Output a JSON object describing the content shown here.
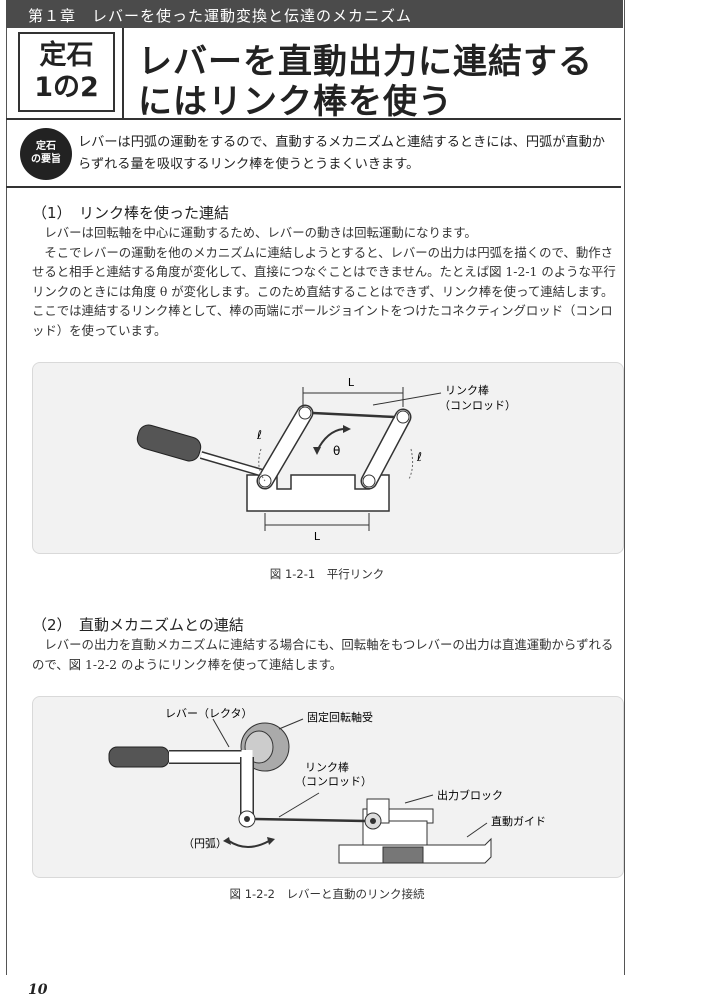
{
  "chapter": {
    "label": "第１章　レバーを使った運動変換と伝達のメカニズム"
  },
  "badge": {
    "line1": "定石",
    "line2": "1の2"
  },
  "title": {
    "line1": "レバーを直動出力に連結する",
    "line2": "にはリンク棒を使う"
  },
  "summary": {
    "badge_line1": "定石",
    "badge_line2": "の要旨",
    "text": "レバーは円弧の運動をするので、直動するメカニズムと連結するときには、円弧が直動からずれる量を吸収するリンク棒を使うとうまくいきます。"
  },
  "section1": {
    "heading": "（1）　リンク棒を使った連結",
    "paragraphs": [
      "レバーは回転軸を中心に運動するため、レバーの動きは回転運動になります。",
      "そこでレバーの運動を他のメカニズムに連結しようとすると、レバーの出力は円弧を描くので、動作させると相手と連結する角度が変化して、直接につなぐことはできません。たとえば図 1-2-1 のような平行リンクのときには角度 θ が変化します。このため直結することはできず、リンク棒を使って連結します。ここでは連結するリンク棒として、棒の両端にボールジョイントをつけたコネクティングロッド（コンロッド）を使っています。"
    ]
  },
  "figure1": {
    "labels": {
      "L_top": "L",
      "L_bottom": "L",
      "rod_line1": "リンク棒",
      "rod_line2": "（コンロッド）",
      "ell_left": "ℓ",
      "ell_right": "ℓ",
      "theta": "θ"
    },
    "caption": "図 1-2-1　平行リンク"
  },
  "section2": {
    "heading": "（2）　直動メカニズムとの連結",
    "paragraphs": [
      "レバーの出力を直動メカニズムに連結する場合にも、回転軸をもつレバーの出力は直進運動からずれるので、図 1-2-2 のようにリンク棒を使って連結します。"
    ]
  },
  "figure2": {
    "labels": {
      "lever": "レバー（レクタ）",
      "bearing": "固定回転軸受",
      "rod_line1": "リンク棒",
      "rod_line2": "（コンロッド）",
      "block": "出力ブロック",
      "guide": "直動ガイド",
      "arc": "（円弧）"
    },
    "caption": "図 1-2-2　レバーと直動のリンク接続"
  },
  "page_number": "10"
}
